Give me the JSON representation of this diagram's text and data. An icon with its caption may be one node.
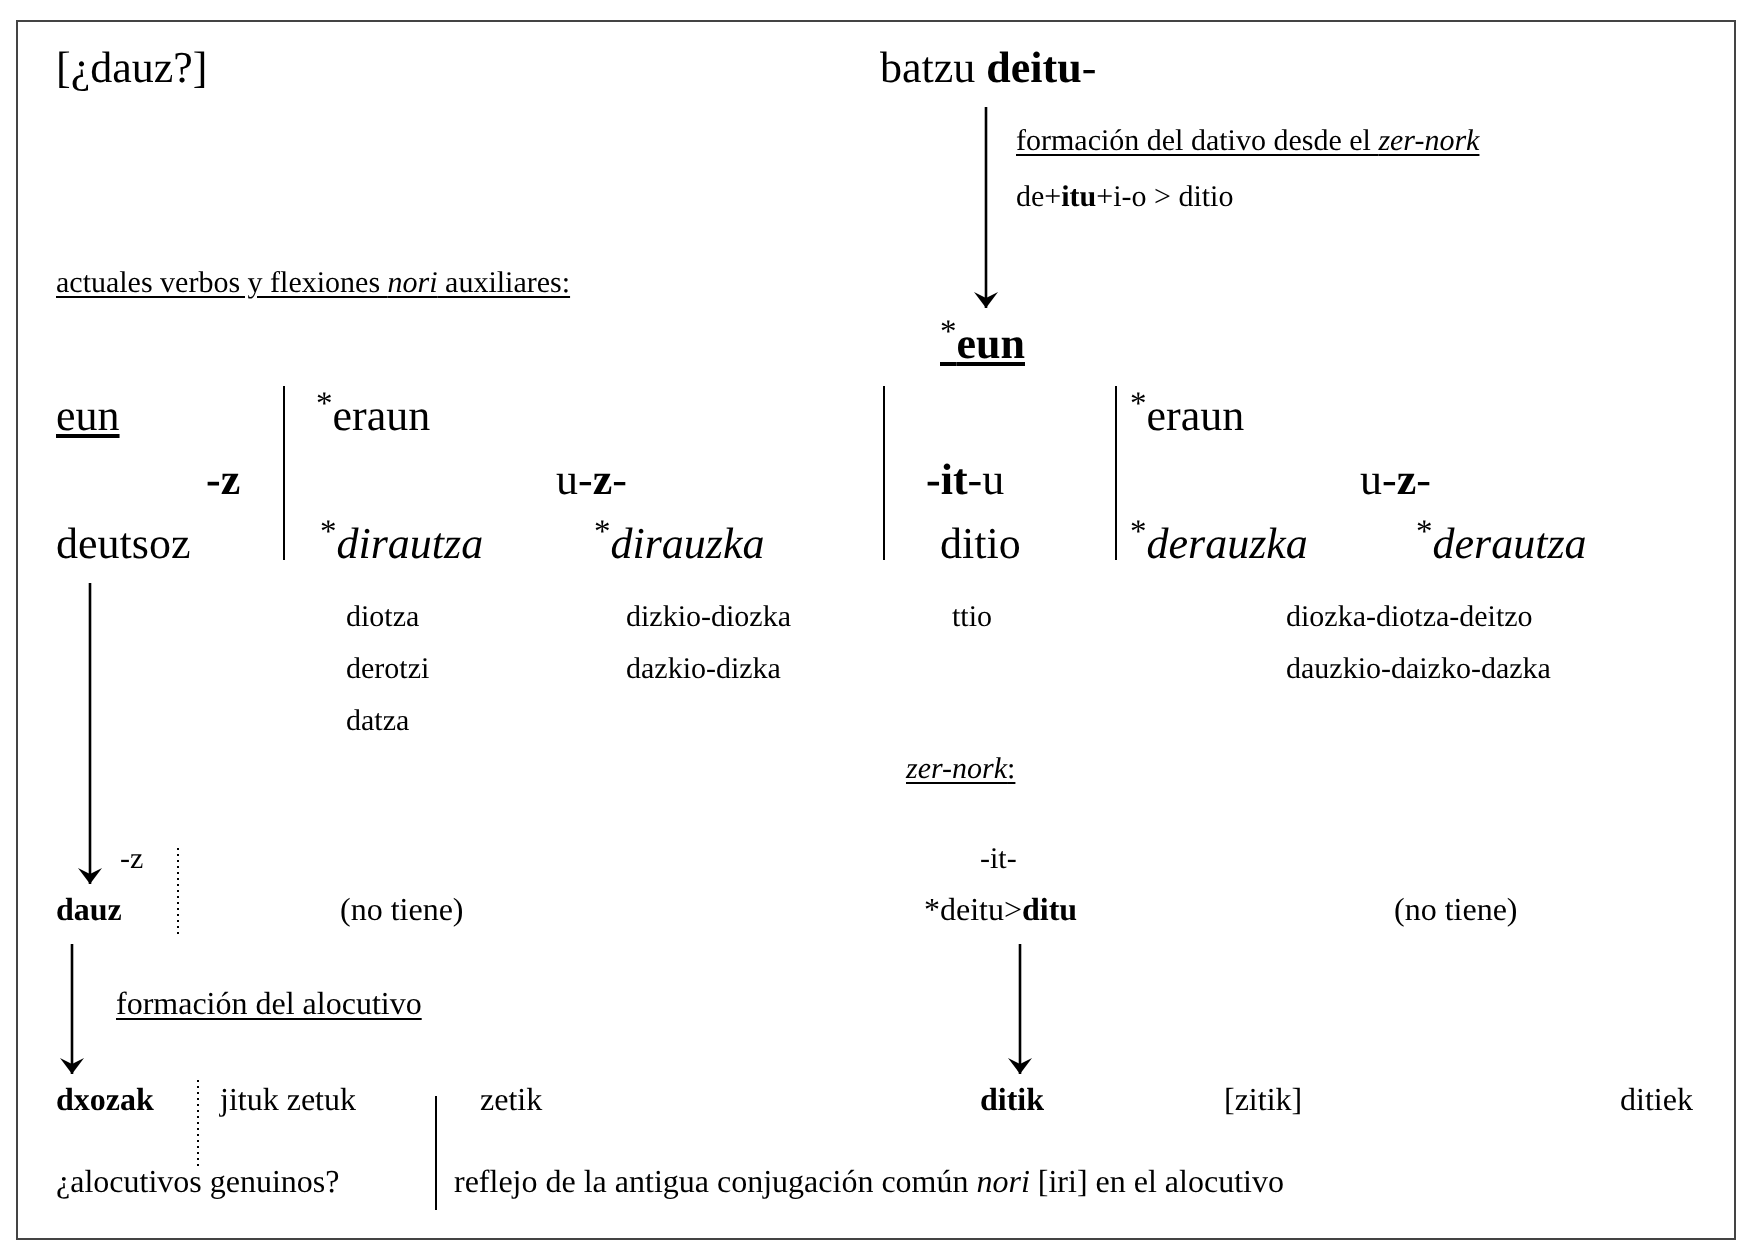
{
  "diagram": {
    "nodes": [
      {
        "text": [
          "batzu **deitu**-"
        ]
      },
      {
        "text": [
          "$^{*}$**eun**"
        ]
      },
      {
        "text": [
          "deutsoz"
        ]
      },
      {
        "text": [
          "dauz"
        ]
      },
      {
        "text": [
          "ditu"
        ]
      },
      {
        "text": [
          "dxozak"
        ]
      },
      {
        "text": [
          "ditik"
        ]
      }
    ],
    "edges": [
      {
        "from": 0,
        "to": 1,
        "arrow": "to"
      },
      {
        "from": 2,
        "to": 3,
        "arrow": "to"
      },
      {
        "from": 3,
        "to": 5,
        "arrow": "to"
      },
      {
        "from": 4,
        "to": 6,
        "arrow": "to"
      }
    ],
    "labels": [
      "[¿dauz?]",
      "formación del dativo desde el *zer-nork*",
      "de+**itu**+i-o > ditio",
      "actuales verbos y flexiones *nori* auxiliares:",
      "eun",
      "$^{*}$eraun",
      "$^{*}$eraun",
      "-z",
      "u-**z**-",
      "**-it**-u",
      "u-**z**-",
      "$^{*}$*dirautza*",
      "$^{*}$*dirauzka*",
      "ditio",
      "$^{*}$*derauzka*",
      "$^{*}$*derautza*",
      "diotza",
      "dizkio-diozka",
      "ttio",
      "diozka-diotza-deitzo",
      "derotzi",
      "dazkio-dizka",
      "dauzkio-daizko-dazka",
      "datza",
      "*zer-nork*:",
      "-z",
      "-it-",
      "(no tiene)",
      "*deitu>",
      "(no tiene)",
      "formación del alocutivo",
      "jituk zetuk",
      "zetik",
      "[zitik]",
      "ditiek",
      "¿alocutivos genuinos?",
      "reflejo de la antigua conjugación común *nori* [iri] en el alocutivo"
    ]
  }
}
